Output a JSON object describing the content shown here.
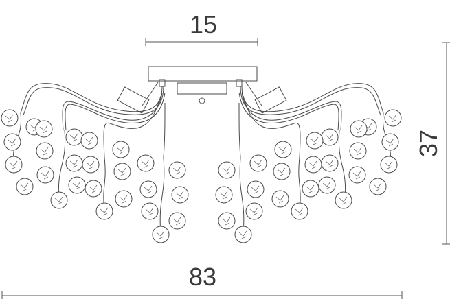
{
  "dimensions": {
    "top_width": "15",
    "height": "37",
    "overall_width": "83"
  },
  "colors": {
    "line": "#4a4a4a",
    "text": "#3a3a3a",
    "background": "#ffffff"
  }
}
